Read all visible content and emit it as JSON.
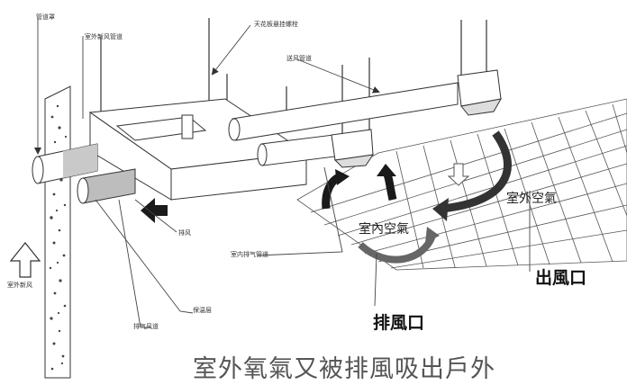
{
  "labels": {
    "top_left": "管道罩",
    "outdoor_fresh_air_duct": "室外新风管道",
    "ceiling_bolt": "天花板悬挂螺栓",
    "supply_duct": "送风管道",
    "exhaust": "排风",
    "indoor_exhaust_duct": "室内排气管道",
    "insulation": "保温层",
    "exhaust_air_duct": "排气风道",
    "outdoor_fresh_air": "室外新风",
    "outdoor_air": "室外空氣",
    "indoor_air": "室內空氣",
    "supply_outlet": "出風口",
    "exhaust_outlet": "排風口"
  },
  "caption": "室外氧氣又被排風吸出戶外",
  "colors": {
    "line": "#333333",
    "arrow_dark": "#1a1a1a",
    "caption": "#555555",
    "wall_fill": "#ffffff"
  }
}
